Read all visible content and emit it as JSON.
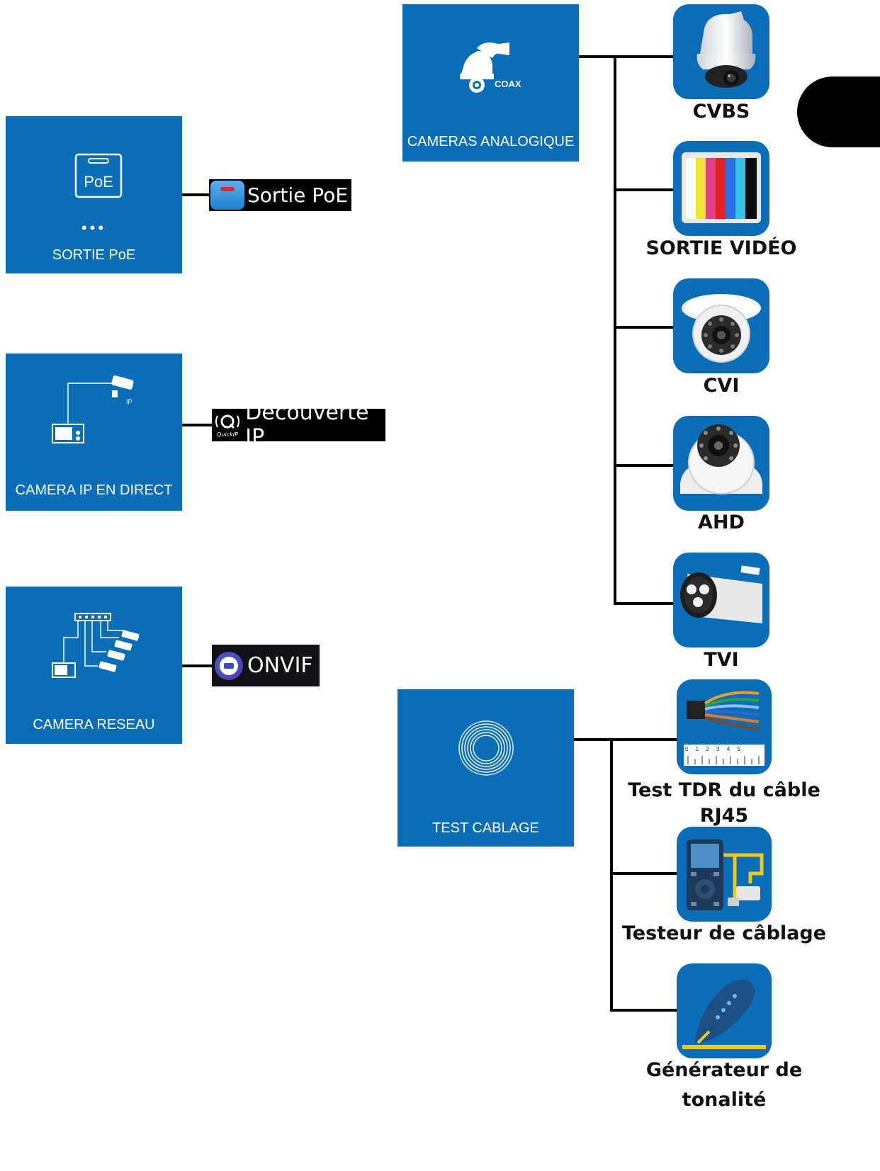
{
  "tiles": {
    "poe": {
      "label": "SORTIE PoE",
      "icon_text": "PoE"
    },
    "ip_direct": {
      "label": "CAMERA IP EN DIRECT",
      "icon_tag": "IP"
    },
    "reseau": {
      "label": "CAMERA RESEAU"
    },
    "analog": {
      "label": "CAMERAS ANALOGIQUE",
      "icon_tag": "COAX"
    },
    "cablage": {
      "label": "TEST CABLAGE"
    }
  },
  "badges": {
    "poe": {
      "label": "Sortie PoE"
    },
    "quickip": {
      "label": "Découverte IP",
      "logo_text": "QuickIP"
    },
    "onvif": {
      "label": "ONVIF"
    }
  },
  "analog_items": [
    {
      "label": "CVBS",
      "icon": "ptz-camera-icon"
    },
    {
      "label": "SORTIE VIDÉO",
      "icon": "color-bars-icon"
    },
    {
      "label": "CVI",
      "icon": "dome-camera-icon"
    },
    {
      "label": "AHD",
      "icon": "dome-camera-icon"
    },
    {
      "label": "TVI",
      "icon": "bullet-camera-icon"
    }
  ],
  "cable_items": [
    {
      "label_line1": "Test TDR du câble",
      "label_line2": "RJ45",
      "icon": "cable-tdr-icon",
      "scale": "0 1 2 3 4 5"
    },
    {
      "label_line1": "Testeur de câblage",
      "label_line2": "",
      "icon": "cable-tester-icon"
    },
    {
      "label_line1": "Générateur de",
      "label_line2": "tonalité",
      "icon": "tone-generator-icon"
    }
  ],
  "colors": {
    "tile_blue": "#0a6db7",
    "line": "#000000"
  }
}
